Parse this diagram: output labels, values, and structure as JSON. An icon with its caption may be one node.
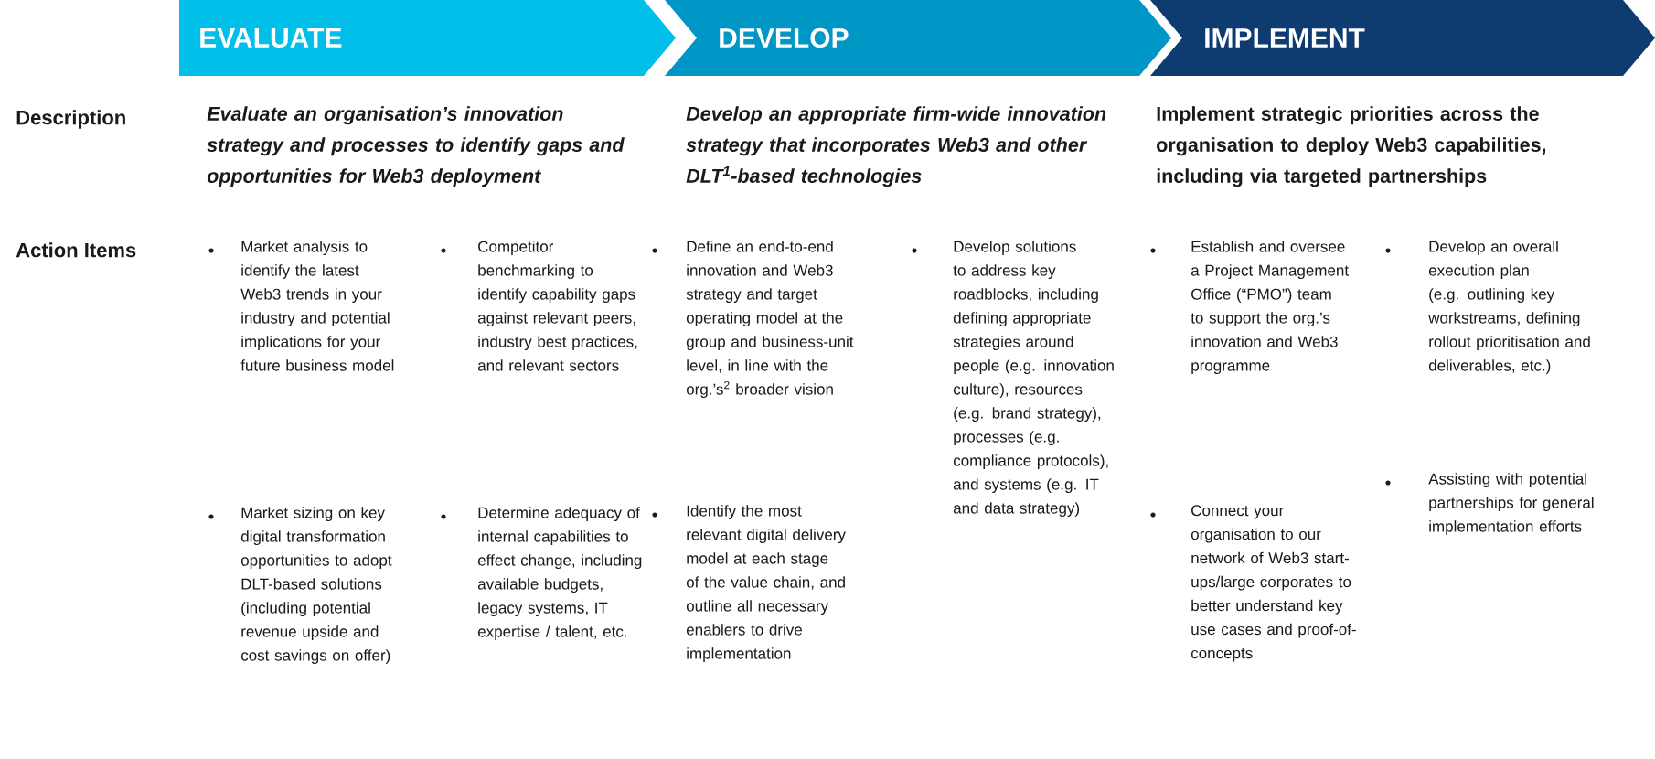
{
  "diagram": {
    "nodes": [
      {
        "text": [
          "EVALUATE"
        ]
      },
      {
        "text": [
          "DEVELOP"
        ]
      },
      {
        "text": [
          "IMPLEMENT"
        ]
      }
    ],
    "labels": [
      "Description",
      "Evaluate an organisation’s innovation strategy and processes to identify gaps and opportunities for Web3 deployment",
      "Develop an appropriate firm-wide innovation strategy that incorporates Web3 and other DLT$^{1}$-based technologies",
      "Implement strategic priorities across the organisation to deploy Web3 capabilities, including via targeted partnerships",
      "Action Items",
      "Market analysis to identify the latest Web3 trends in your industry and potential implications for your future business model",
      "Competitor benchmarking to identify capability gaps against relevant peers, industry best practices, and relevant sectors",
      "Define an end-to-end innovation and Web3 strategy and target operating model at the group and business-unit level, in line with the org.’s$^{2}$ broader vision",
      "Develop solutions to address key roadblocks, including defining appropriate strategies around people (e.g. innovation culture), resources (e.g. brand strategy), processes (e.g. compliance protocols), and systems (e.g. IT and data strategy)",
      "Establish and oversee a Project Management Office (“PMO”) team to support the org.’s innovation and Web3 programme",
      "Develop an overall execution plan (e.g. outlining key workstreams, defining rollout prioritisation and deliverables, etc.)",
      "Market sizing on key digital transformation opportunities to adopt DLT-based solutions (including potential revenue upside and cost savings on offer)",
      "Determine adequacy of internal capabilities to effect change, including available budgets, legacy systems, IT expertise / talent, etc.",
      "Identify the most relevant digital delivery model at each stage of the value chain, and outline all necessary enablers to drive implementation",
      "Connect your organisation to our network of Web3 start-ups/large corporates to better understand key use cases and proof-of-concepts",
      "Assisting with potential partnerships for general implementation efforts"
    ]
  }
}
